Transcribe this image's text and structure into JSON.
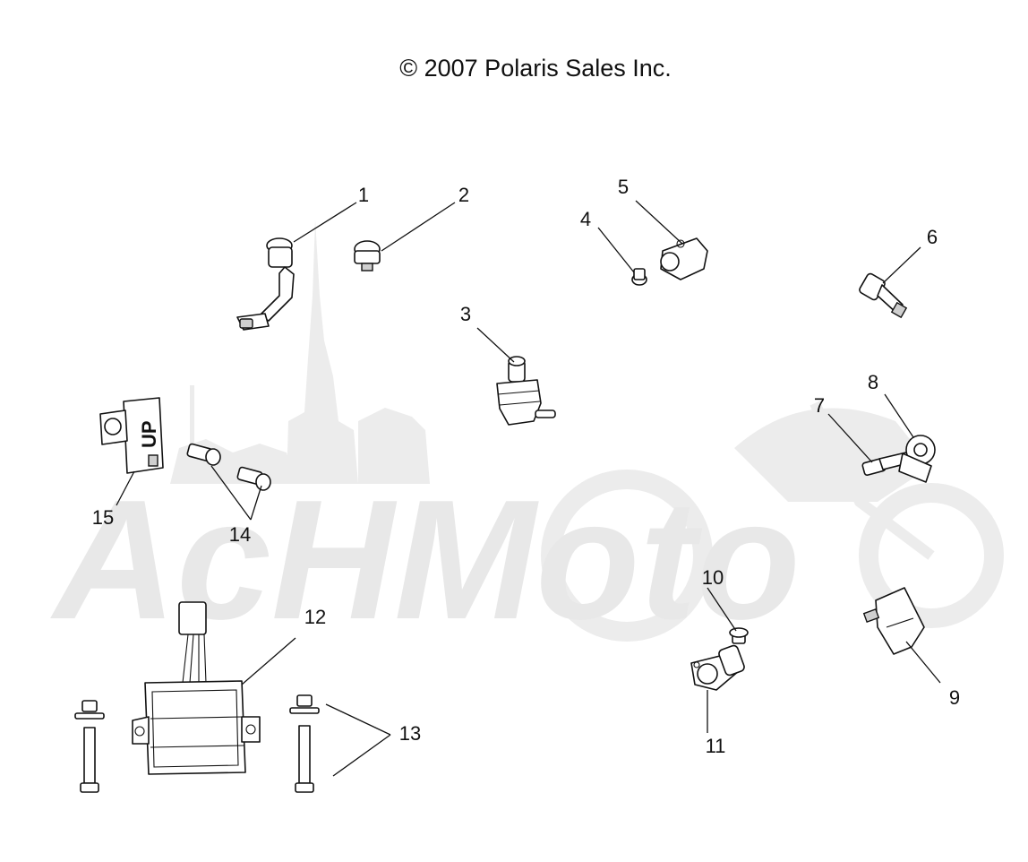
{
  "copyright": "© 2007 Polaris Sales Inc.",
  "watermark": "AcHMoto",
  "callouts": [
    {
      "id": "1",
      "label": "1"
    },
    {
      "id": "2",
      "label": "2"
    },
    {
      "id": "3",
      "label": "3"
    },
    {
      "id": "4",
      "label": "4"
    },
    {
      "id": "5",
      "label": "5"
    },
    {
      "id": "6",
      "label": "6"
    },
    {
      "id": "7",
      "label": "7"
    },
    {
      "id": "8",
      "label": "8"
    },
    {
      "id": "9",
      "label": "9"
    },
    {
      "id": "10",
      "label": "10"
    },
    {
      "id": "11",
      "label": "11"
    },
    {
      "id": "12",
      "label": "12"
    },
    {
      "id": "13",
      "label": "13"
    },
    {
      "id": "14",
      "label": "14"
    },
    {
      "id": "15",
      "label": "15"
    }
  ],
  "part_15_marking": "UP"
}
